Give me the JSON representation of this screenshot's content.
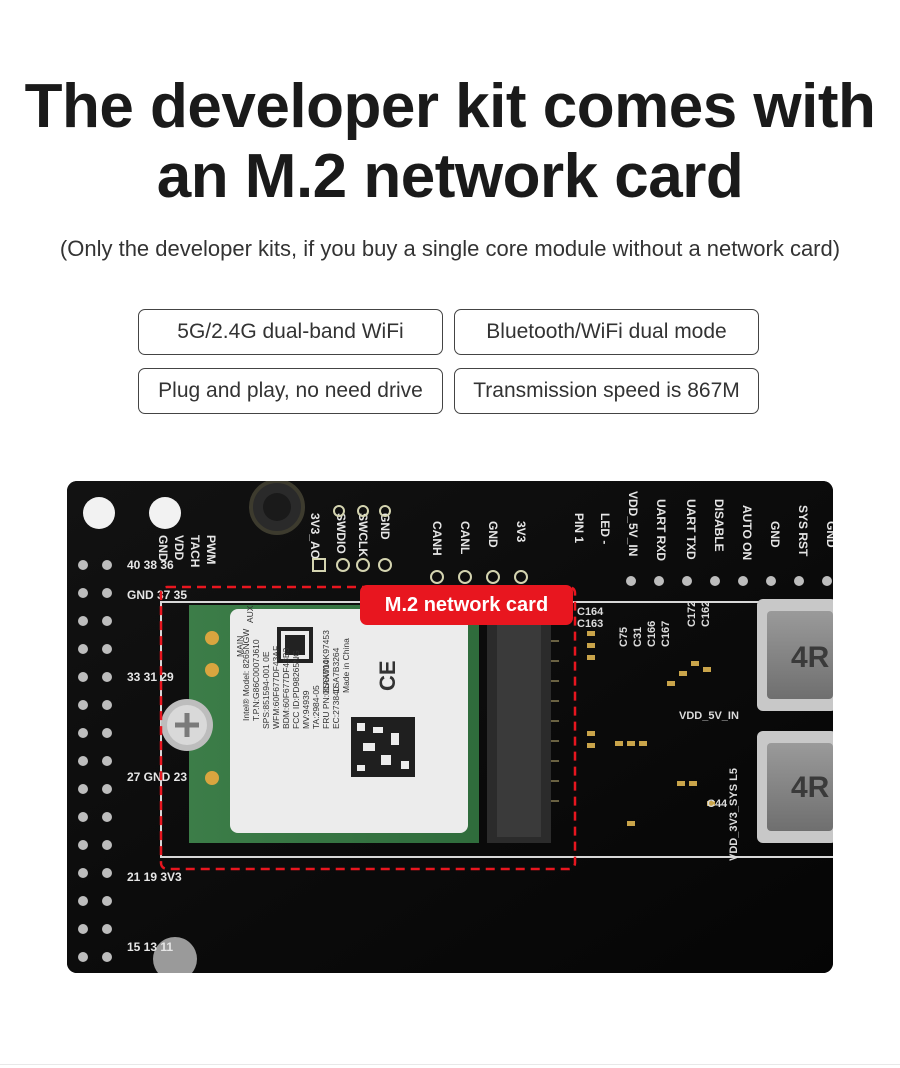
{
  "headline": {
    "line1": "The developer kit comes with",
    "line2": "an M.2 network card"
  },
  "subtitle": "(Only the developer kits, if you buy a single core module without a network card)",
  "features": [
    "5G/2.4G dual-band WiFi",
    "Bluetooth/WiFi dual mode",
    "Plug and play, no need drive",
    "Transmission speed is 867M"
  ],
  "photo": {
    "callout": "M.2 network card",
    "accent_color": "#e8161f",
    "board_labels": [
      "3V3_AO",
      "SWDIO",
      "SWCLK",
      "GND",
      "CANH",
      "CANL",
      "GND",
      "3V3",
      "PIN 1",
      "LED -",
      "VDD_5V_IN",
      "UART RXD",
      "UART TXD",
      "DISABLE",
      "AUTO ON",
      "GND",
      "SYS RST",
      "GND",
      "PWM",
      "TACH",
      "VDD",
      "GND"
    ],
    "card_text": [
      "Intel® Model: 8265NGW",
      "T.P.N:G86C0007J610",
      "SPS:851594-001 0E",
      "WFM:60F677DF43AF",
      "BDM:60F677DF43B3",
      "FCC ID:PD98265NG",
      "MV:94939",
      "TA:2984-05",
      "FRU PN:01AX704",
      "EC:273840",
      "8SSW10K97453",
      "1SA7B3264",
      "Made in China",
      "MAIN",
      "AUX"
    ],
    "inductor_label": "4R"
  }
}
